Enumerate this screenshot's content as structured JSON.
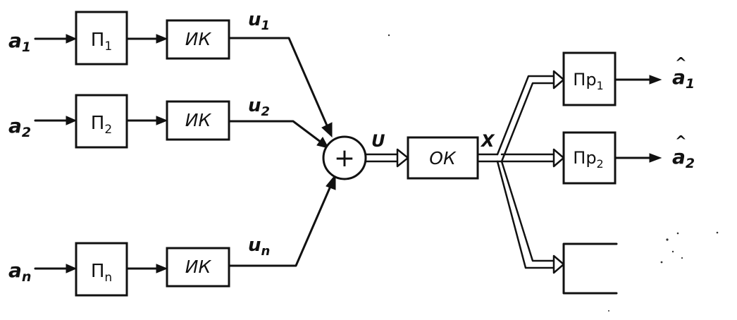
{
  "inputs": [
    {
      "base": "a",
      "sub": "1"
    },
    {
      "base": "a",
      "sub": "2"
    },
    {
      "base": "a",
      "sub": "n"
    }
  ],
  "encoders": [
    {
      "base": "П",
      "sub": "1"
    },
    {
      "base": "П",
      "sub": "2"
    },
    {
      "base": "П",
      "sub": "n"
    }
  ],
  "modulators": [
    "ИК",
    "ИК",
    "ИК"
  ],
  "channel_signals": [
    {
      "base": "u",
      "sub": "1"
    },
    {
      "base": "u",
      "sub": "2"
    },
    {
      "base": "u",
      "sub": "n"
    }
  ],
  "adder_symbol": "+",
  "sum_label": "U",
  "channel_block": "ОК",
  "channel_out_label": "X",
  "receivers": [
    {
      "base": "Пр",
      "sub": "1"
    },
    {
      "base": "Пр",
      "sub": "2"
    }
  ],
  "outputs": [
    {
      "base": "a",
      "hat": "^",
      "sub": "1"
    },
    {
      "base": "a",
      "hat": "^",
      "sub": "2"
    }
  ]
}
